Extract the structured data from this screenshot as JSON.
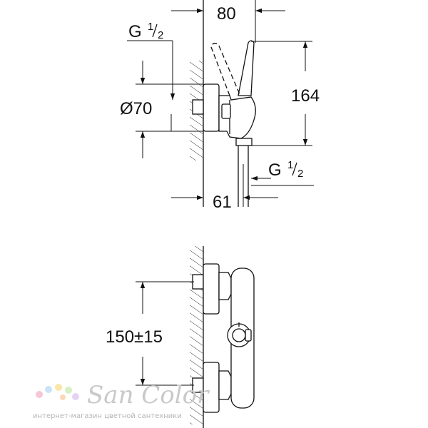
{
  "dimensions": {
    "width_top": "80",
    "thread_top_main": "G",
    "thread_top_frac_num": "1",
    "thread_top_frac_den": "2",
    "diameter": "Ø70",
    "height": "164",
    "thread_bottom_main": "G",
    "thread_bottom_frac_num": "1",
    "thread_bottom_frac_den": "2",
    "width_bottom": "61",
    "spacing": "150±15"
  },
  "watermark": {
    "brand": "SanColor",
    "subtitle": "интернет-магазин цветной сантехники",
    "dot_colors": [
      "#f7c6d4",
      "#c9e3f7",
      "#f9e6a8",
      "#d6f0c2",
      "#e5d3f3",
      "#fbd7b8"
    ]
  }
}
